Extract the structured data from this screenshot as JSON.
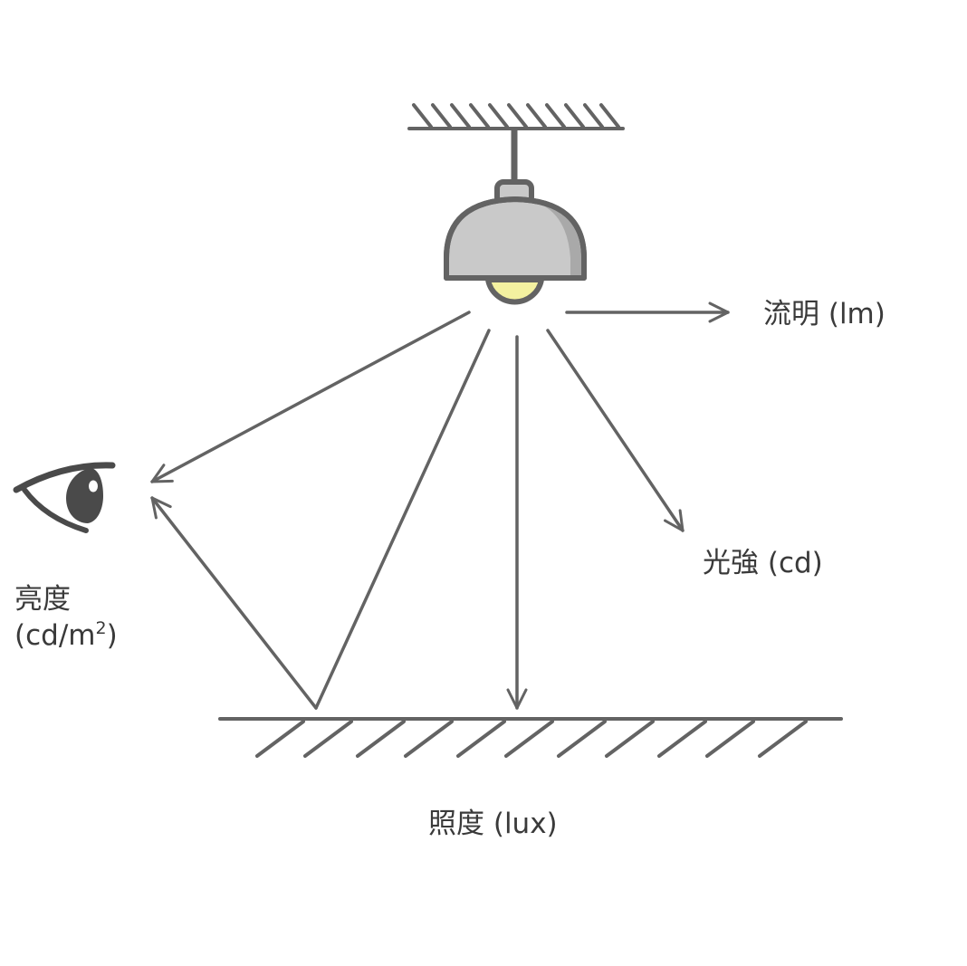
{
  "diagram": {
    "colors": {
      "line": "#636363",
      "shade_light": "#c9c9c9",
      "shade_dark": "#a9a9a9",
      "bulb": "#f3f1a0",
      "eye": "#4a4a4a",
      "text": "#3a3a3a"
    },
    "labels": {
      "luminous_flux": "流明 (lm)",
      "luminous_intensity": "光強 (cd)",
      "luminance_name": "亮度",
      "luminance_unit": "(cd/m",
      "luminance_exp": "2",
      "luminance_close": ")",
      "illuminance": "照度 (lux)"
    },
    "icons": [
      "ceiling-mount-icon",
      "pendant-lamp-icon",
      "eye-icon",
      "floor-surface-icon"
    ]
  }
}
